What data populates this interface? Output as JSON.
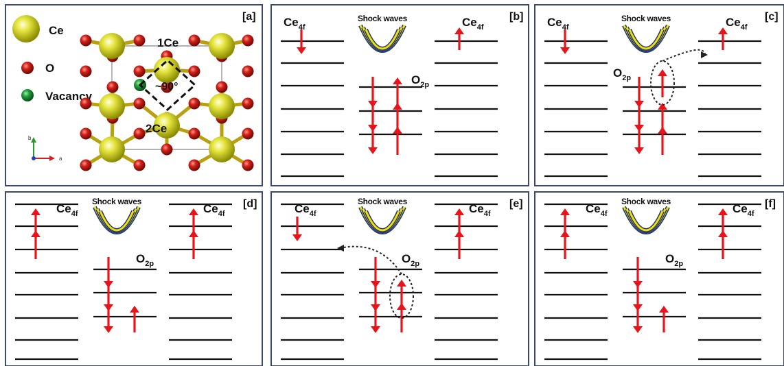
{
  "panels": {
    "a": {
      "tag": "[a]",
      "legend": {
        "ce": "Ce",
        "o": "O",
        "vacancy": "Vacancy"
      },
      "site_1": "1Ce",
      "site_2": "2Ce",
      "angle": "~90°",
      "axis_b": "b",
      "axis_a": "a"
    },
    "b": {
      "tag": "[b]",
      "shock": "Shock waves",
      "ce_left": "Ce",
      "ce_left_sub": "4f",
      "ce_right": "Ce",
      "ce_right_sub": "4f",
      "o": "O",
      "o_sub": "2p"
    },
    "c": {
      "tag": "[c]",
      "shock": "Shock waves",
      "ce_left": "Ce",
      "ce_left_sub": "4f",
      "ce_right": "Ce",
      "ce_right_sub": "4f",
      "o": "O",
      "o_sub": "2p"
    },
    "d": {
      "tag": "[d]",
      "shock": "Shock waves",
      "ce_left": "Ce",
      "ce_left_sub": "4f",
      "ce_right": "Ce",
      "ce_right_sub": "4f",
      "o": "O",
      "o_sub": "2p"
    },
    "e": {
      "tag": "[e]",
      "shock": "Shock waves",
      "ce_left": "Ce",
      "ce_left_sub": "4f",
      "ce_right": "Ce",
      "ce_right_sub": "4f",
      "o": "O",
      "o_sub": "2p"
    },
    "f": {
      "tag": "[f]",
      "shock": "Shock waves",
      "ce_left": "Ce",
      "ce_left_sub": "4f",
      "ce_right": "Ce",
      "ce_right_sub": "4f",
      "o": "O",
      "o_sub": "2p"
    }
  },
  "colors": {
    "ce_atom": "#d8d820",
    "o_atom": "#c0201a",
    "vacancy": "#1e9a3a",
    "arrow": "#e8141c",
    "shock_blue": "#1a2f7a",
    "shock_yellow": "#f2e000",
    "frame": "#3b4a6b"
  }
}
